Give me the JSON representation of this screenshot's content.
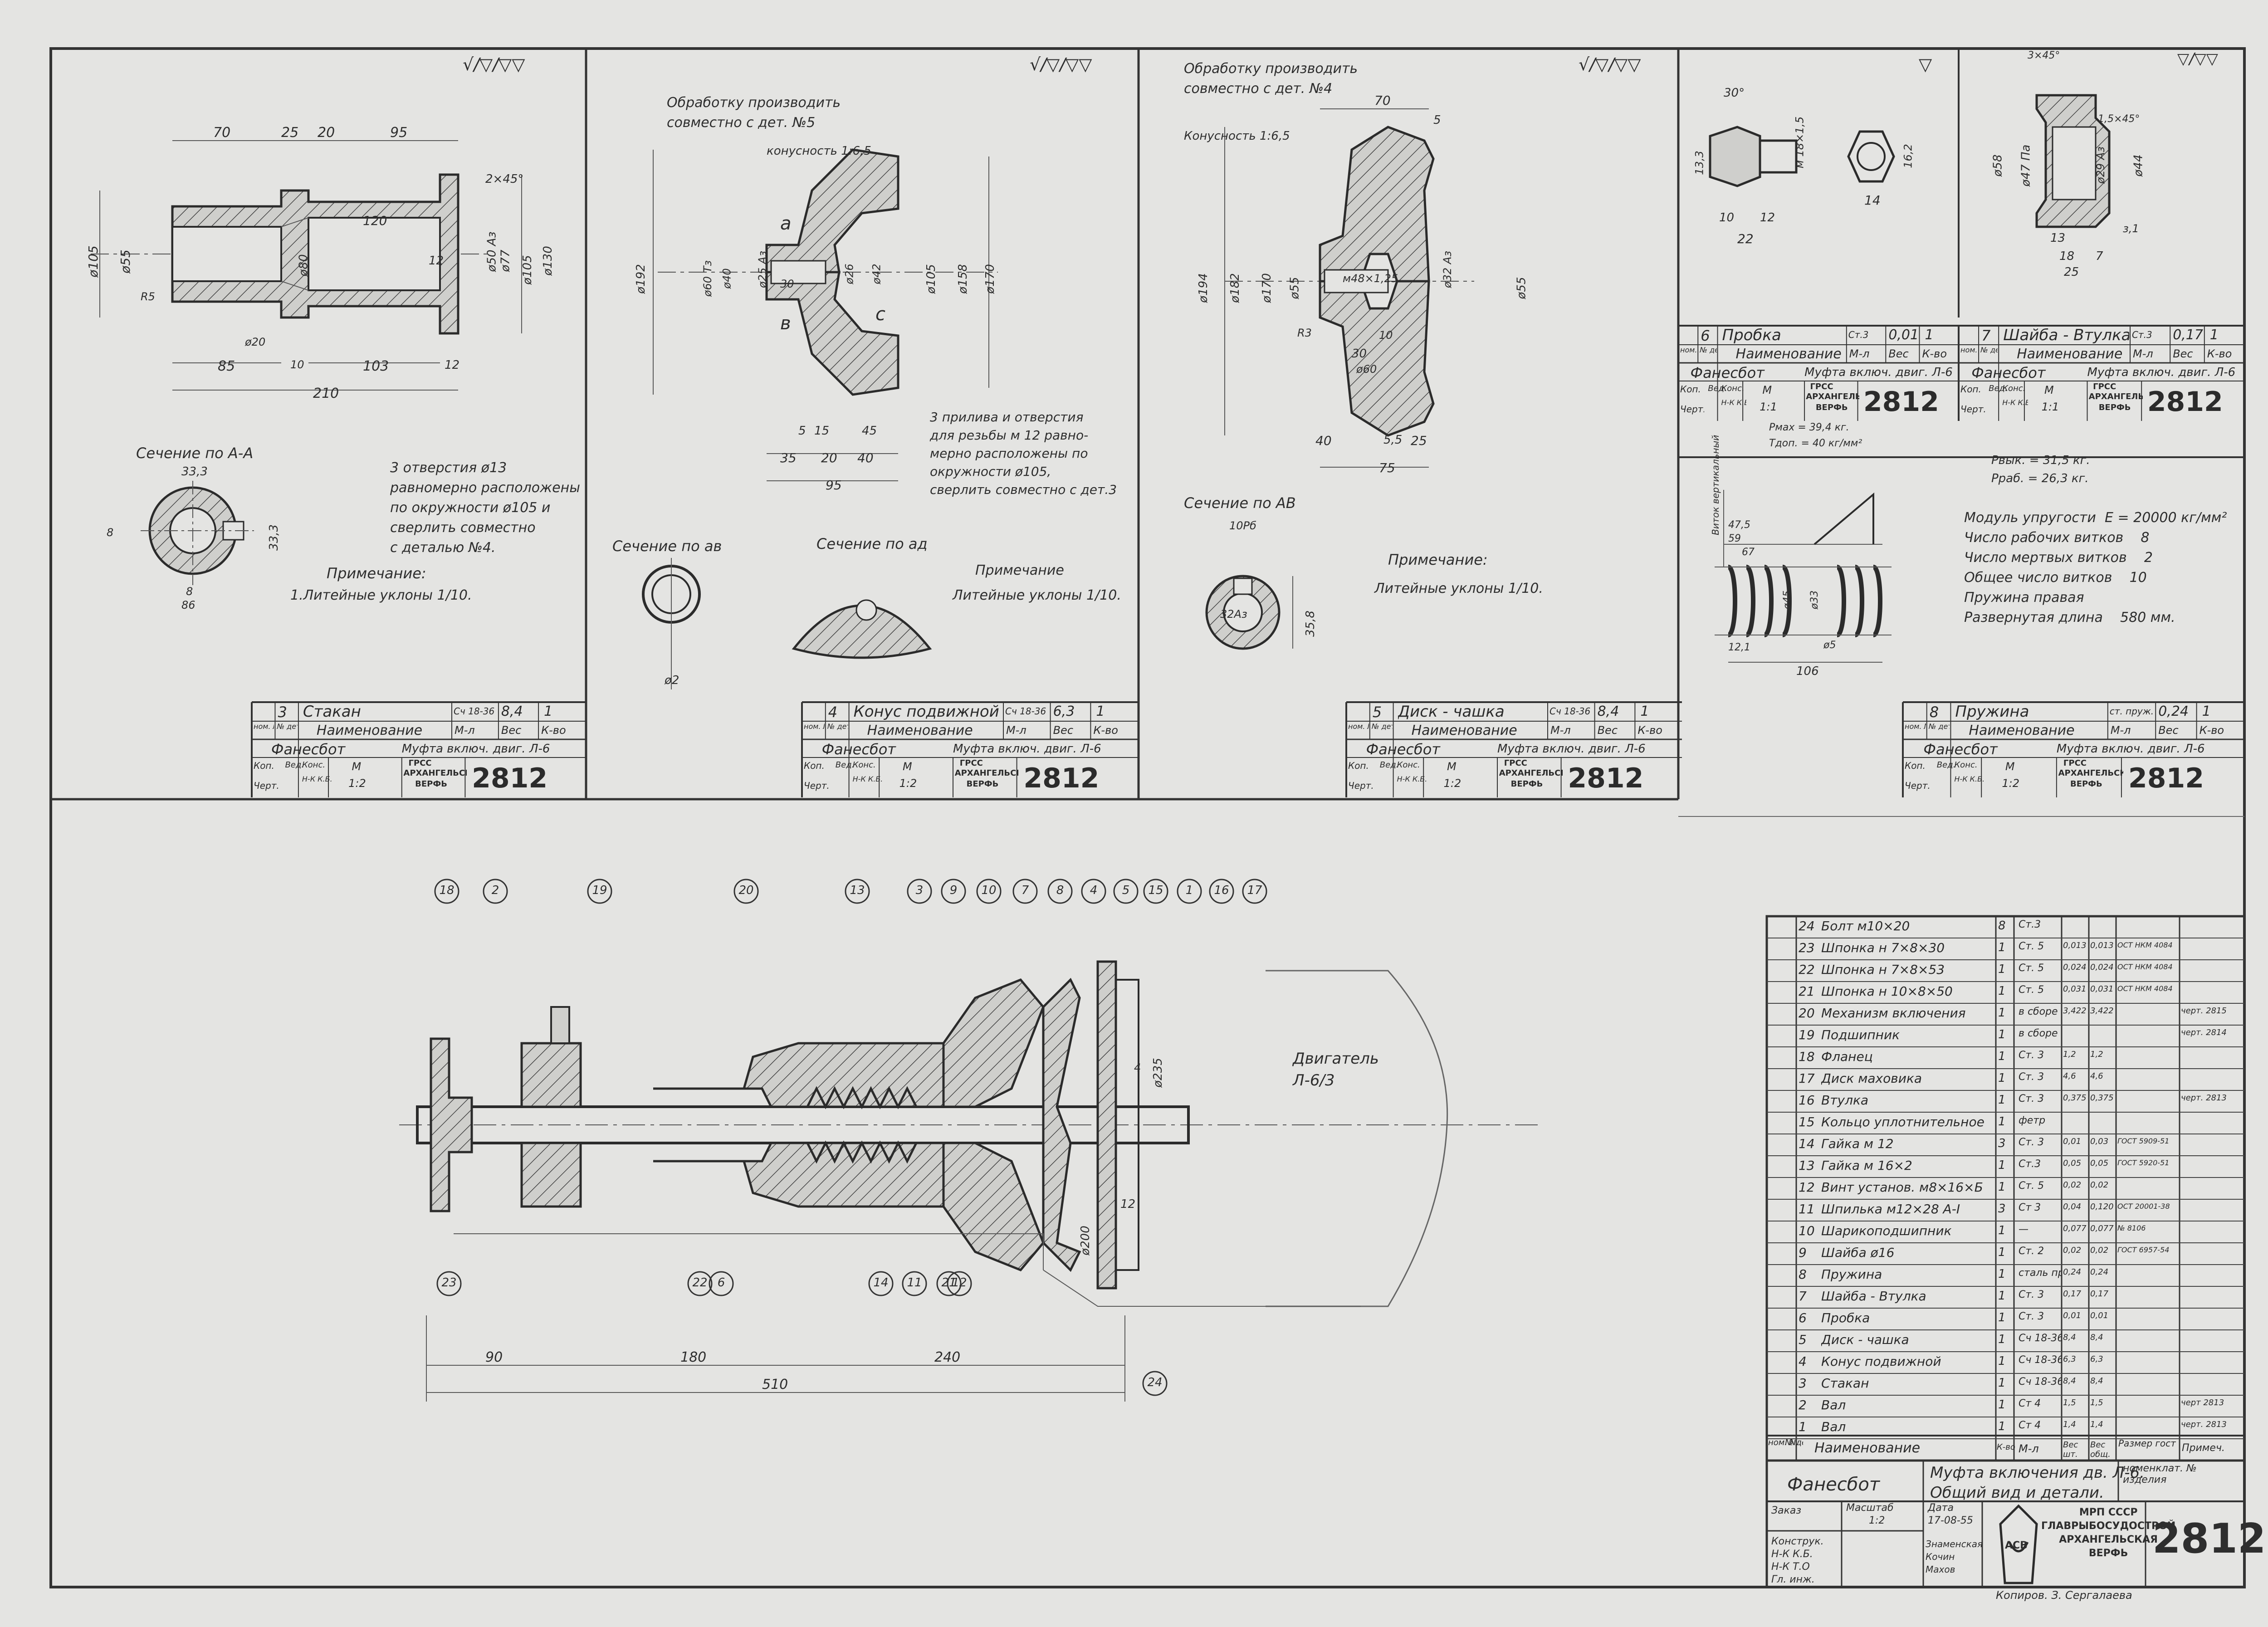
{
  "surface": {
    "paper": "#e4e4e2",
    "ink": "#2b2b2b"
  },
  "roughness": {
    "p1": "√/▽/▽▽",
    "p2": "√/▽/▽▽",
    "p3": "√/▽/▽▽",
    "p4": "▽",
    "p5": "▽/▽▽"
  },
  "panel1": {
    "dims": [
      "70",
      "25",
      "20",
      "95",
      "2×45°",
      "120",
      "ø105",
      "ø55",
      "ø80",
      "ø50 Аз",
      "ø77",
      "ø105",
      "ø130",
      "12",
      "85",
      "103",
      "12",
      "210",
      "R5",
      "ø20",
      "10"
    ],
    "section_title": "Сечение по А-А",
    "section_dims": [
      "33,3",
      "33,3",
      "8",
      "8",
      "86"
    ],
    "holes_note": [
      "3 отверстия ø13",
      "равномерно расположены",
      "по окружности ø105 и",
      "сверлить совместно",
      "с деталью №4."
    ],
    "note_title": "Примечание:",
    "note_text": "1.Литейные уклоны 1/10."
  },
  "panel2": {
    "top_note": [
      "Обработку производить",
      "совместно с дет. №5"
    ],
    "taper": "конусность 1:6,5",
    "dims": [
      "ø192",
      "ø60 Тз",
      "ø40",
      "ø25 Аз",
      "ø26",
      "ø42",
      "ø105",
      "ø158",
      "ø170",
      "30",
      "5",
      "15",
      "45",
      "35",
      "20",
      "40",
      "95"
    ],
    "letters": [
      "а",
      "в",
      "с"
    ],
    "bosses_note": [
      "3 прилива и отверстия",
      "для резьбы м 12 равно-",
      "мерно расположены по",
      "окружности ø105,",
      "сверлить совместно с дет.3"
    ],
    "sec_ab": "Сечение по ав",
    "sec_ad": "Сечение по ад",
    "sec_ab_dim": "ø2",
    "note_title": "Примечание",
    "note_text": "Литейные уклоны 1/10."
  },
  "panel3": {
    "top_note": [
      "Обработку производить",
      "совместно с дет. №4"
    ],
    "taper": "Конусность 1:6,5",
    "dims": [
      "70",
      "5",
      "ø194",
      "ø182",
      "ø170",
      "ø55",
      "м48×1,25",
      "ø32 Аз",
      "ø55",
      "R3",
      "10",
      "30",
      "ø60",
      "40",
      "5,5",
      "25",
      "75"
    ],
    "sec_title": "Сечение по АВ",
    "sec_dims": [
      "10Рб",
      "35,8",
      "32Аз"
    ],
    "note_title": "Примечание:",
    "note_text": "Литейные уклоны 1/10."
  },
  "panel4": {
    "plug_dims": [
      "30°",
      "13,3",
      "м 18×1,5",
      "16,2",
      "10",
      "12",
      "22",
      "14"
    ],
    "washer_dims": [
      "3×45°",
      "1,5×45°",
      "ø58",
      "ø47 Па",
      "ø29 Аз",
      "ø44",
      "13",
      "18",
      "7",
      "25",
      "з,1"
    ],
    "spring_weights": [
      "Рмах = 39,4 кг.",
      "Тдоп. = 40 кг/мм²"
    ],
    "force_labels": [
      "Рвык. = 31,5 кг.",
      "Рраб. = 26,3 кг."
    ],
    "spring_params": [
      [
        "Модуль упругости",
        "Е = 20000 кг/мм²"
      ],
      [
        "Число рабочих витков",
        "8"
      ],
      [
        "Число мертвых витков",
        "2"
      ],
      [
        "Общее число витков",
        "10"
      ],
      [
        "Пружина правая",
        ""
      ],
      [
        "Развернутая длина",
        "580 мм."
      ]
    ],
    "spring_dims": [
      "47,5",
      "59",
      "67",
      "ø45",
      "ø33",
      "ø5",
      "12,1",
      "106",
      "Виток вертикальный"
    ]
  },
  "stamps": [
    {
      "num": "3",
      "name": "Стакан",
      "mat": "Сч 18-36",
      "wt": "8,4",
      "qty": "1",
      "scale": "1:2"
    },
    {
      "num": "4",
      "name": "Конус подвижной",
      "mat": "Сч 18-36",
      "wt": "6,3",
      "qty": "1",
      "scale": "1:2"
    },
    {
      "num": "5",
      "name": "Диск - чашка",
      "mat": "Сч 18-36",
      "wt": "8,4",
      "qty": "1",
      "scale": "1:2"
    },
    {
      "num": "8",
      "name": "Пружина",
      "mat": "ст. пруж.",
      "wt": "0,24",
      "qty": "1",
      "scale": "1:2"
    },
    {
      "num": "6",
      "name": "Пробка",
      "mat": "Ст.3",
      "wt": "0,01",
      "qty": "1",
      "scale": "1:1"
    },
    {
      "num": "7",
      "name": "Шайба - Втулка",
      "mat": "Ст.3",
      "wt": "0,17",
      "qty": "1",
      "scale": "1:1"
    }
  ],
  "stamp_common": {
    "h_no": "ном. №",
    "h_det": "№ дет.",
    "h_name": "Наименование",
    "h_mat": "М-л",
    "h_wt": "Вес",
    "h_qty": "К-во",
    "project": "Фанесбот",
    "assembly": "Муфта включ. двиг. Л-6",
    "kop": "Коп.",
    "chert": "Черт.",
    "ved": "Вед.",
    "kons": "Конс.",
    "nk": "Н-К К.Б.",
    "m": "М",
    "org": [
      "ГРСС",
      "АРХАНГЕЛЬСКАЯ",
      "ВЕРФЬ"
    ],
    "drawing_no": "2812"
  },
  "assembly": {
    "balloons": [
      "18",
      "2",
      "19",
      "20",
      "13",
      "3",
      "9",
      "10",
      "7",
      "8",
      "4",
      "5",
      "15",
      "1",
      "16",
      "17",
      "23",
      "22",
      "6",
      "14",
      "11",
      "21",
      "12",
      "24"
    ],
    "engine": [
      "Двигатель",
      "Л-6/3"
    ],
    "dims": [
      "90",
      "180",
      "240",
      "510",
      "ø235",
      "ø200",
      "12",
      "4"
    ]
  },
  "bom": {
    "rows": [
      [
        "24",
        "Болт м10×20",
        "8",
        "Ст.3",
        "",
        "",
        "",
        ""
      ],
      [
        "23",
        "Шпонка н 7×8×30",
        "1",
        "Ст. 5",
        "0,013",
        "0,013",
        "ОСТ НКМ 4084",
        ""
      ],
      [
        "22",
        "Шпонка н 7×8×53",
        "1",
        "Ст. 5",
        "0,024",
        "0,024",
        "ОСТ НКМ 4084",
        ""
      ],
      [
        "21",
        "Шпонка н 10×8×50",
        "1",
        "Ст. 5",
        "0,031",
        "0,031",
        "ОСТ НКМ 4084",
        ""
      ],
      [
        "20",
        "Механизм включения",
        "1",
        "в сборе",
        "3,422",
        "3,422",
        "",
        "черт. 2815"
      ],
      [
        "19",
        "Подшипник",
        "1",
        "в сборе",
        "",
        "",
        "",
        "черт. 2814"
      ],
      [
        "18",
        "Фланец",
        "1",
        "Ст. 3",
        "1,2",
        "1,2",
        "",
        ""
      ],
      [
        "17",
        "Диск маховика",
        "1",
        "Ст. 3",
        "4,6",
        "4,6",
        "",
        ""
      ],
      [
        "16",
        "Втулка",
        "1",
        "Ст. 3",
        "0,375",
        "0,375",
        "",
        "черт. 2813"
      ],
      [
        "15",
        "Кольцо уплотнительное",
        "1",
        "фетр",
        "",
        "",
        "",
        ""
      ],
      [
        "14",
        "Гайка м 12",
        "3",
        "Ст. 3",
        "0,01",
        "0,03",
        "ГОСТ 5909-51",
        ""
      ],
      [
        "13",
        "Гайка м 16×2",
        "1",
        "Ст.3",
        "0,05",
        "0,05",
        "ГОСТ 5920-51",
        ""
      ],
      [
        "12",
        "Винт установ. м8×16×Б",
        "1",
        "Ст. 5",
        "0,02",
        "0,02",
        "",
        ""
      ],
      [
        "11",
        "Шпилька м12×28 А-І",
        "3",
        "Ст 3",
        "0,04",
        "0,120",
        "ОСТ 20001-38",
        ""
      ],
      [
        "10",
        "Шарикоподшипник",
        "1",
        "—",
        "0,077",
        "0,077",
        "№ 8106",
        ""
      ],
      [
        "9",
        "Шайба ø16",
        "1",
        "Ст. 2",
        "0,02",
        "0,02",
        "ГОСТ 6957-54",
        ""
      ],
      [
        "8",
        "Пружина",
        "1",
        "сталь пружин.",
        "0,24",
        "0,24",
        "",
        ""
      ],
      [
        "7",
        "Шайба - Втулка",
        "1",
        "Ст. 3",
        "0,17",
        "0,17",
        "",
        ""
      ],
      [
        "6",
        "Пробка",
        "1",
        "Ст. 3",
        "0,01",
        "0,01",
        "",
        ""
      ],
      [
        "5",
        "Диск - чашка",
        "1",
        "Сч 18-36",
        "8,4",
        "8,4",
        "",
        ""
      ],
      [
        "4",
        "Конус подвижной",
        "1",
        "Сч 18-36",
        "6,3",
        "6,3",
        "",
        ""
      ],
      [
        "3",
        "Стакан",
        "1",
        "Сч 18-36",
        "8,4",
        "8,4",
        "",
        ""
      ],
      [
        "2",
        "Вал",
        "1",
        "Ст 4",
        "1,5",
        "1,5",
        "",
        "черт 2813"
      ],
      [
        "1",
        "Вал",
        "1",
        "Ст 4",
        "1,4",
        "1,4",
        "",
        "черт. 2813"
      ]
    ],
    "header": [
      "ном. №",
      "№ дет.",
      "Наименование",
      "К-во",
      "М-л",
      "Вес шт.",
      "Вес общ.",
      "Размер гост",
      "Примеч."
    ]
  },
  "title_block": {
    "project": "Фанесбот",
    "title": [
      "Муфта включения дв. Л-6.",
      "Общий вид и детали."
    ],
    "nomenclature": "номенклат. № изделия",
    "order_label": "Заказ",
    "scale_label": "Масштаб",
    "scale": "1:2",
    "date_label": "Дата",
    "date": "17-08-55",
    "roles": [
      "Конструк.",
      "Н-К К.Б.",
      "Н-К Т.О",
      "Гл. инж."
    ],
    "names": [
      "Знаменская",
      "Кочин",
      "Махов"
    ],
    "org": [
      "МРП СССР",
      "ГЛАВРЫБОСУДОСТРОЙ",
      "АРХАНГЕЛЬСКАЯ",
      "ВЕРФЬ"
    ],
    "logo_text": "АСВ",
    "drawing_no": "2812",
    "copy_label": "Копиров. З. Сергалаева"
  }
}
